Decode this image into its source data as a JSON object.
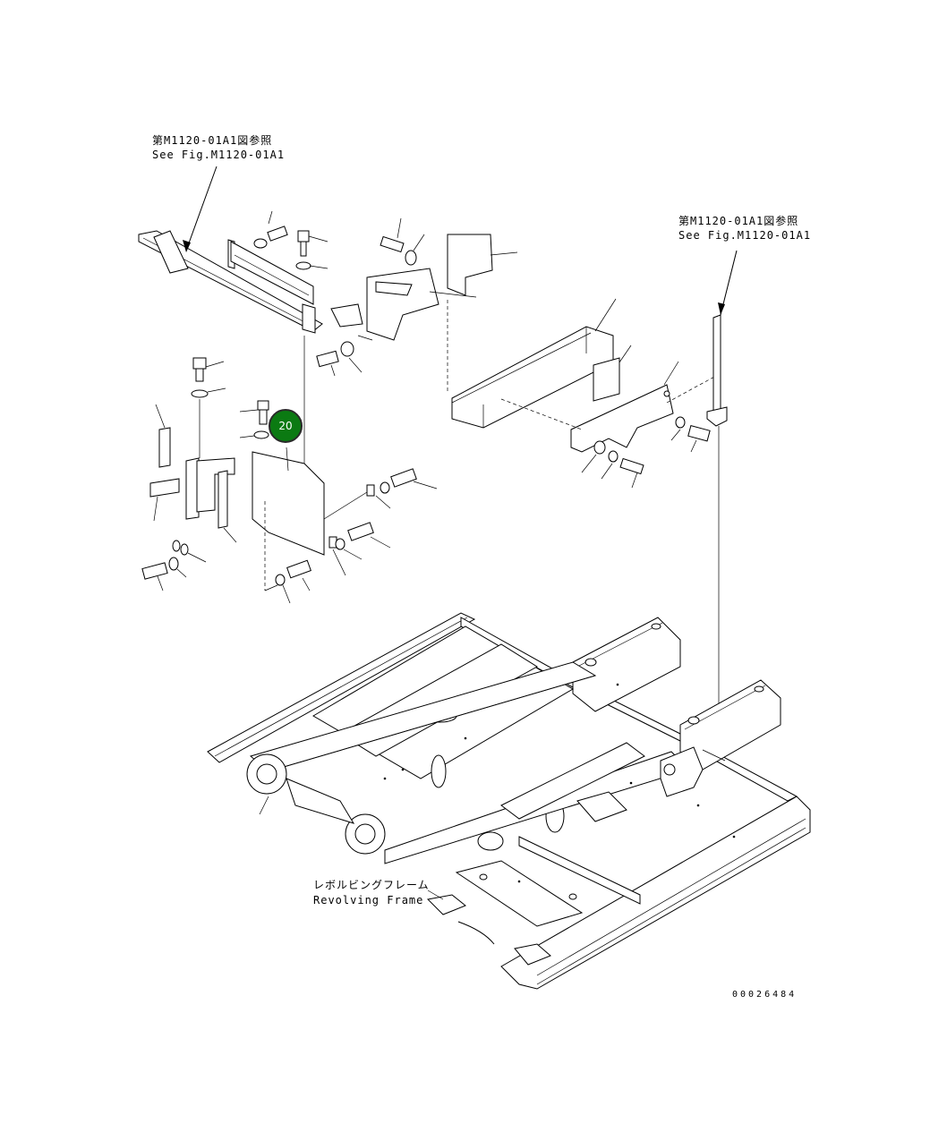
{
  "references": [
    {
      "ja": "第M1120-01A1図参照",
      "en": "See Fig.M1120-01A1"
    },
    {
      "ja": "第M1120-01A1図参照",
      "en": "See Fig.M1120-01A1"
    }
  ],
  "frame_label": {
    "ja": "レボルビングフレーム",
    "en": "Revolving Frame"
  },
  "callout": {
    "number": "20",
    "fill": "#0b7a12"
  },
  "figure_code": "00026484"
}
